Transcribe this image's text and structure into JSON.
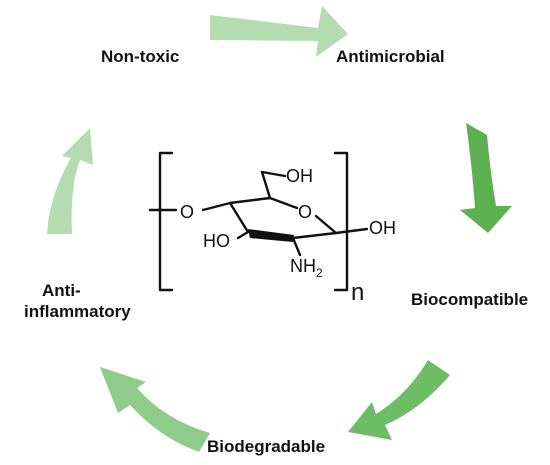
{
  "cycle": {
    "properties": {
      "non_toxic": "Non-toxic",
      "antimicrobial": "Antimicrobial",
      "biocompatible": "Biocompatible",
      "biodegradable": "Biodegradable",
      "anti_inflammatory_line1": "Anti-",
      "anti_inflammatory_line2": "inflammatory"
    },
    "arrow_colors": {
      "light": "#b4dcb0",
      "medium": "#8fcc89",
      "strong": "#6cbd63",
      "dark": "#5cb050"
    }
  },
  "molecule": {
    "oh_top": "OH",
    "o_ring": "O",
    "o_link": "O",
    "ho_left": "HO",
    "oh_right": "OH",
    "nh2_base": "NH",
    "nh2_sub": "2",
    "repeat": "n"
  }
}
